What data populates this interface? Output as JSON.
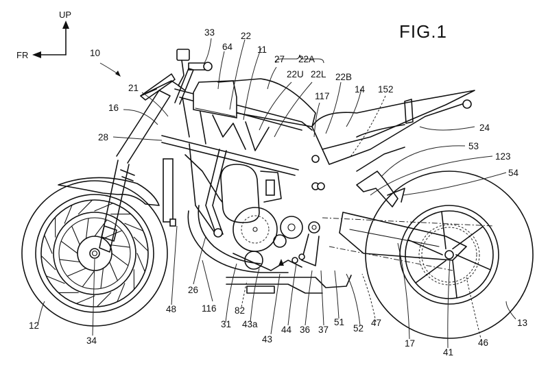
{
  "figure": {
    "title": "FIG.1",
    "subject": "motorcycle side view patent drawing",
    "direction_indicator": {
      "up_label": "UP",
      "front_label": "FR"
    },
    "reference_numerals": {
      "vehicle": "10",
      "frame_ref": "11",
      "front_wheel": "12",
      "rear_wheel": "13",
      "seat": "14",
      "front_fork": "16",
      "swing_arm": "17",
      "head_pipe": "21",
      "main_frame": "22",
      "main_frame_group": "22A",
      "main_frame_upper": "22U",
      "main_frame_lower": "22L",
      "main_frame_rear": "22B",
      "rear_frame": "24",
      "down_tube": "26",
      "fuel_tank": "27",
      "frame_front": "28",
      "engine": "31",
      "handlebar": "33",
      "front_axle": "34",
      "drive_sprocket_ref": "36",
      "pivot_ref": "37",
      "rear_axle": "41",
      "engine_part_43": "43",
      "engine_part_43a": "43a",
      "engine_part_44": "44",
      "rear_sprocket": "46",
      "exhaust": "47",
      "radiator": "48",
      "step_ref_51": "51",
      "step_ref_52": "52",
      "stay_53": "53",
      "stay_54": "54",
      "airbox": "64",
      "ref_82": "82",
      "ref_116": "116",
      "ref_117": "117",
      "ref_123": "123",
      "ref_152": "152"
    }
  }
}
